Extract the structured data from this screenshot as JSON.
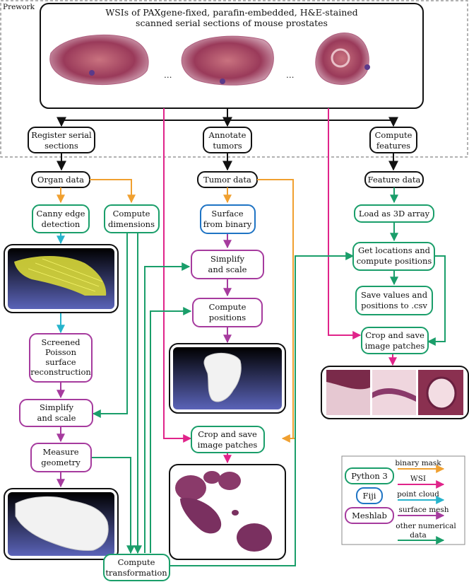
{
  "prework": {
    "label": "Prework",
    "title_line1": "WSIs of PAXgene-fixed, parafin-embedded, H&E-stained",
    "title_line2": "scanned serial sections of mouse prostates",
    "ellipsis": "…"
  },
  "nodes": {
    "register": [
      "Register serial",
      "sections"
    ],
    "annotate": [
      "Annotate",
      "tumors"
    ],
    "compute_features": [
      "Compute",
      "features"
    ],
    "organ_data": [
      "Organ data"
    ],
    "tumor_data": [
      "Tumor data"
    ],
    "feature_data": [
      "Feature data"
    ],
    "canny": [
      "Canny edge",
      "detection"
    ],
    "compute_dimensions": [
      "Compute",
      "dimensions"
    ],
    "surface_binary": [
      "Surface",
      "from binary"
    ],
    "load_3d": [
      "Load as 3D array"
    ],
    "simplify_scale_mid": [
      "Simplify",
      "and scale"
    ],
    "get_locations": [
      "Get locations and",
      "compute positions"
    ],
    "compute_positions": [
      "Compute",
      "positions"
    ],
    "save_values": [
      "Save values and",
      "positions to .csv"
    ],
    "crop_right": [
      "Crop and save",
      "image patches"
    ],
    "poisson": [
      "Screened",
      "Poisson",
      "surface",
      "reconstruction"
    ],
    "simplify_scale_left": [
      "Simplify",
      "and scale"
    ],
    "crop_mid": [
      "Crop and save",
      "image patches"
    ],
    "measure": [
      "Measure",
      "geometry"
    ],
    "transformation": [
      "Compute",
      "transformation"
    ]
  },
  "legend": {
    "tools": [
      "Python 3",
      "Fiji",
      "Meshlab"
    ],
    "edges": [
      "binary mask",
      "WSI",
      "point cloud",
      "surface mesh",
      "other numerical",
      "data"
    ]
  },
  "colors": {
    "python": "#1a9e6a",
    "fiji": "#1f74c4",
    "meshlab": "#a63b9e",
    "binary_mask": "#f0a030",
    "wsi": "#e0248a",
    "point_cloud": "#26b4cc",
    "surface_mesh": "#a63b9e",
    "numerical": "#1a9e6a",
    "black": "#111111"
  }
}
